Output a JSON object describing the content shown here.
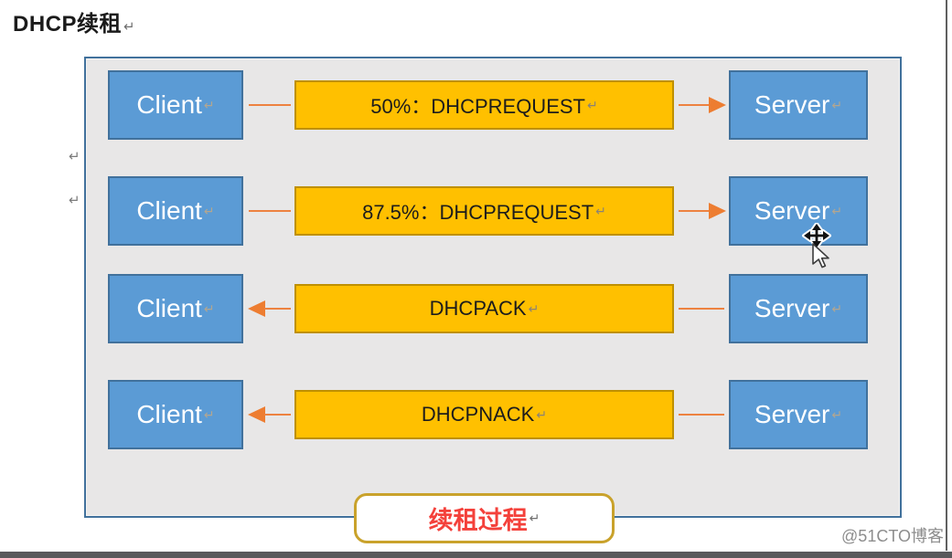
{
  "page": {
    "title": "DHCP续租",
    "return_mark": "↵",
    "watermark": "@51CTO博客"
  },
  "diagram": {
    "caption": "续租过程",
    "rows": [
      {
        "left": "Client",
        "message": "50%：DHCPREQUEST",
        "right": "Server",
        "direction": "right"
      },
      {
        "left": "Client",
        "message": "87.5%：DHCPREQUEST",
        "right": "Server",
        "direction": "right"
      },
      {
        "left": "Client",
        "message": "DHCPACK",
        "right": "Server",
        "direction": "left"
      },
      {
        "left": "Client",
        "message": "DHCPNACK",
        "right": "Server",
        "direction": "left"
      }
    ],
    "colors": {
      "node_fill": "#5B9BD5",
      "node_border": "#41719C",
      "message_fill": "#FFC000",
      "message_border": "#BF9000",
      "arrow": "#ED7D31",
      "panel_fill": "#E8E7E7",
      "panel_border": "#41719C",
      "caption_text": "#F4413B",
      "caption_border": "#C9A22B"
    }
  }
}
